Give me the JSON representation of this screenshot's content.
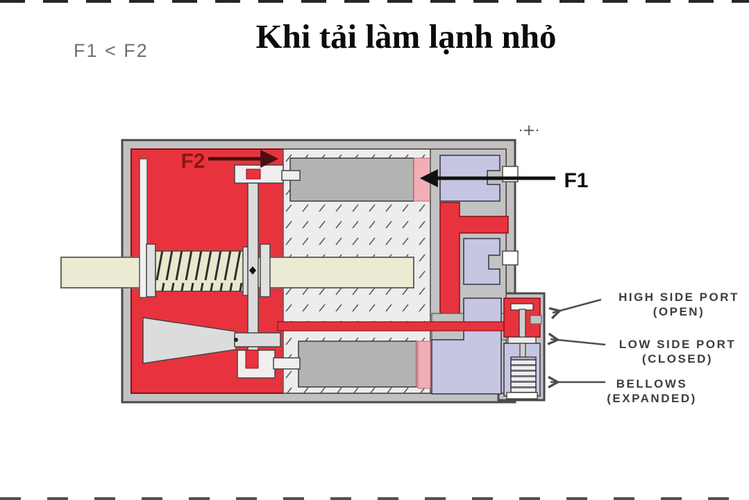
{
  "header": {
    "force_relation": "F1 < F2",
    "title": "Khi tải làm lạnh nhỏ"
  },
  "diagram": {
    "forces": {
      "f2": {
        "label": "F2",
        "direction": "right",
        "color": "#6b1014"
      },
      "f1": {
        "label": "F1",
        "direction": "left",
        "color": "#101010"
      }
    },
    "annotations": [
      {
        "id": "high-side-port",
        "line1": "HIGH SIDE PORT",
        "line2": "(OPEN)"
      },
      {
        "id": "low-side-port",
        "line1": "LOW SIDE PORT",
        "line2": "(CLOSED)"
      },
      {
        "id": "bellows",
        "line1": "BELLOWS",
        "line2": "(EXPANDED)"
      }
    ],
    "parts": [
      "valve-casing",
      "high-pressure-chamber",
      "piston-upper",
      "piston-lower",
      "piston-cylinder",
      "drive-shaft",
      "return-spring",
      "lever",
      "cone-follower",
      "low-pressure-chambers",
      "refrigerant-channel",
      "high-side-port-valve",
      "low-side-port",
      "bellows"
    ],
    "colors": {
      "high_pressure_red": "#e8333e",
      "red_outline": "#8a1016",
      "low_pressure_lavender": "#c6c6e2",
      "casing_gray": "#c2c2c2",
      "piston_gray": "#b3b3b3",
      "hatch_bg": "#ededed",
      "shaft_cream": "#ecead2",
      "spring_cream": "#e9e7cd",
      "pink": "#f2aeb6",
      "outline": "#4a4a4a",
      "annotation_text": "#3d3d3d"
    }
  },
  "cursor": {
    "glyph": "+"
  }
}
